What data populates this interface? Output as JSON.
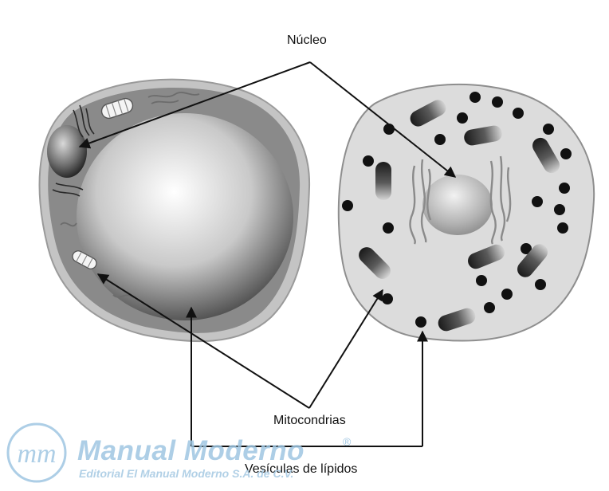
{
  "labels": {
    "nucleus": "Núcleo",
    "mitochondria": "Mitocondrias",
    "lipid_vesicles": "Vesículas de lípidos"
  },
  "watermark": {
    "logo_text": "mm",
    "title": "Manual Moderno",
    "registered_mark": "®",
    "subtitle": "Editorial El Manual Moderno S.A. de C.V."
  },
  "colors": {
    "white_adipocyte_cytoplasm": "#8a8a8a",
    "brown_adipocyte_cytoplasm": "#dcdcdc",
    "arrows": "#111111",
    "watermark": "#9fc6e2"
  }
}
